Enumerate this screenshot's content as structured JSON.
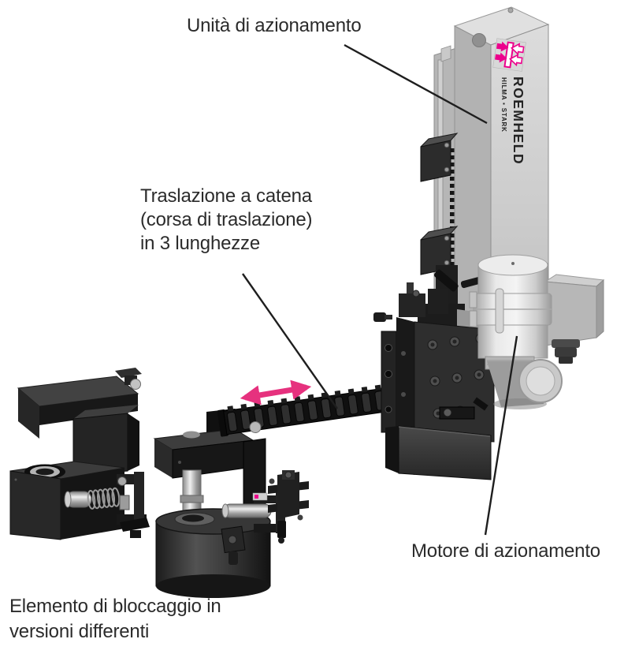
{
  "page": {
    "background": "#ffffff"
  },
  "colors": {
    "magenta_logo": "#ec008c",
    "magenta_arrow": "#e6317e",
    "leader_line": "#1e1e1e",
    "label_text": "#2b2b2b",
    "machine_light_gray": "#d6d6d6",
    "machine_dark": "#1a1a1a"
  },
  "labels": {
    "drive_unit": "Unità di azionamento",
    "chain_line1": "Traslazione a catena",
    "chain_line2": "(corsa di traslazione)",
    "chain_line3": "in 3 lunghezze",
    "motor": "Motore di azionamento",
    "clamp_line1": "Elemento di bloccaggio in",
    "clamp_line2": "versioni differenti"
  },
  "branding": {
    "brand": "ROEMHELD",
    "sub": "HILMA ▪ STARK"
  }
}
